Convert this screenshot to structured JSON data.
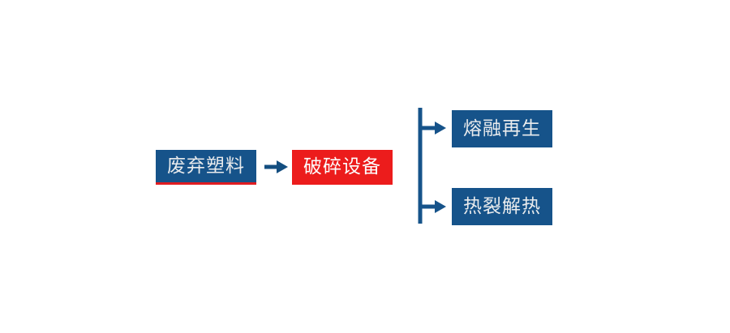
{
  "diagram": {
    "title": "",
    "background_color": "#ffffff",
    "type": "process-flow",
    "colors": {
      "node_blue": "#16538a",
      "node_red": "#ec1c1c",
      "connector_blue": "#16538a",
      "arrow_blue": "#134e80",
      "accent_red_underline": "#e01c21",
      "node_text": "#e9ebed"
    },
    "nodes": {
      "source": {
        "label": "废弃塑料",
        "shape": "rectangle",
        "fill": "#16538a"
      },
      "process": {
        "label": "破碎设备",
        "shape": "rectangle",
        "fill": "#ec1c1c"
      },
      "output_1": {
        "label": "熔融再生",
        "shape": "rectangle",
        "fill": "#16538a"
      },
      "output_2": {
        "label": "热裂解热",
        "shape": "rectangle",
        "fill": "#16538a"
      }
    },
    "connectors": [
      {
        "name": "source-to-process",
        "kind": "arrow-right",
        "from": "source",
        "to": "process"
      },
      {
        "name": "process-branch-bracket",
        "kind": "vertical-bracket",
        "from": "process",
        "to": [
          "output_1",
          "output_2"
        ]
      },
      {
        "name": "branch-to-output-1",
        "kind": "arrow-right",
        "from": "process-branch-bracket",
        "to": "output_1"
      },
      {
        "name": "branch-to-output-2",
        "kind": "arrow-right",
        "from": "process-branch-bracket",
        "to": "output_2"
      }
    ]
  }
}
